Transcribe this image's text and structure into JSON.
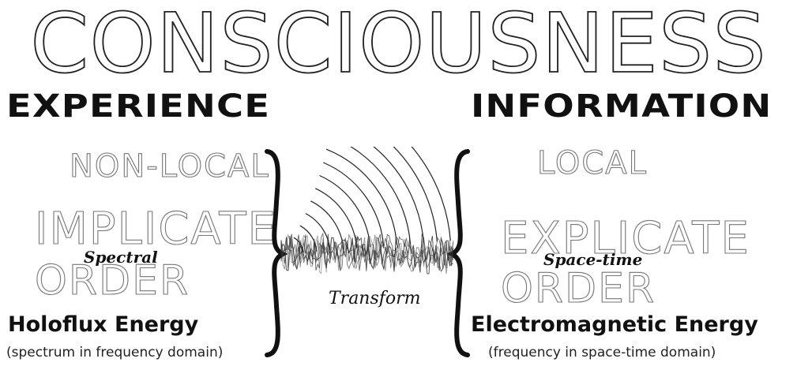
{
  "title": "CONSCIOUSNESS",
  "left": {
    "heading": "EXPERIENCE",
    "locality": "NON-LOCAL",
    "order_line1": "IMPLICATE",
    "order_line2": "ORDER",
    "domain_word": "Spectral",
    "energy": "Holoflux Energy",
    "note": "(spectrum in frequency domain)"
  },
  "right": {
    "heading": "INFORMATION",
    "locality": "LOCAL",
    "order_line1": "EXPLICATE",
    "order_line2": "ORDER",
    "domain_word": "Space-time",
    "energy": "Electromagnetic Energy",
    "note": "(frequency in space-time domain)"
  },
  "center": {
    "label": "Transform"
  },
  "colors": {
    "ink": "#111111",
    "outline": "#222222",
    "faint_outline": "#777777",
    "background": "#ffffff"
  },
  "icons": {
    "left_bracket": "right-curly-brace",
    "right_bracket": "left-curly-brace",
    "waves": "concentric-arcs",
    "signal": "noisy-waveform"
  }
}
